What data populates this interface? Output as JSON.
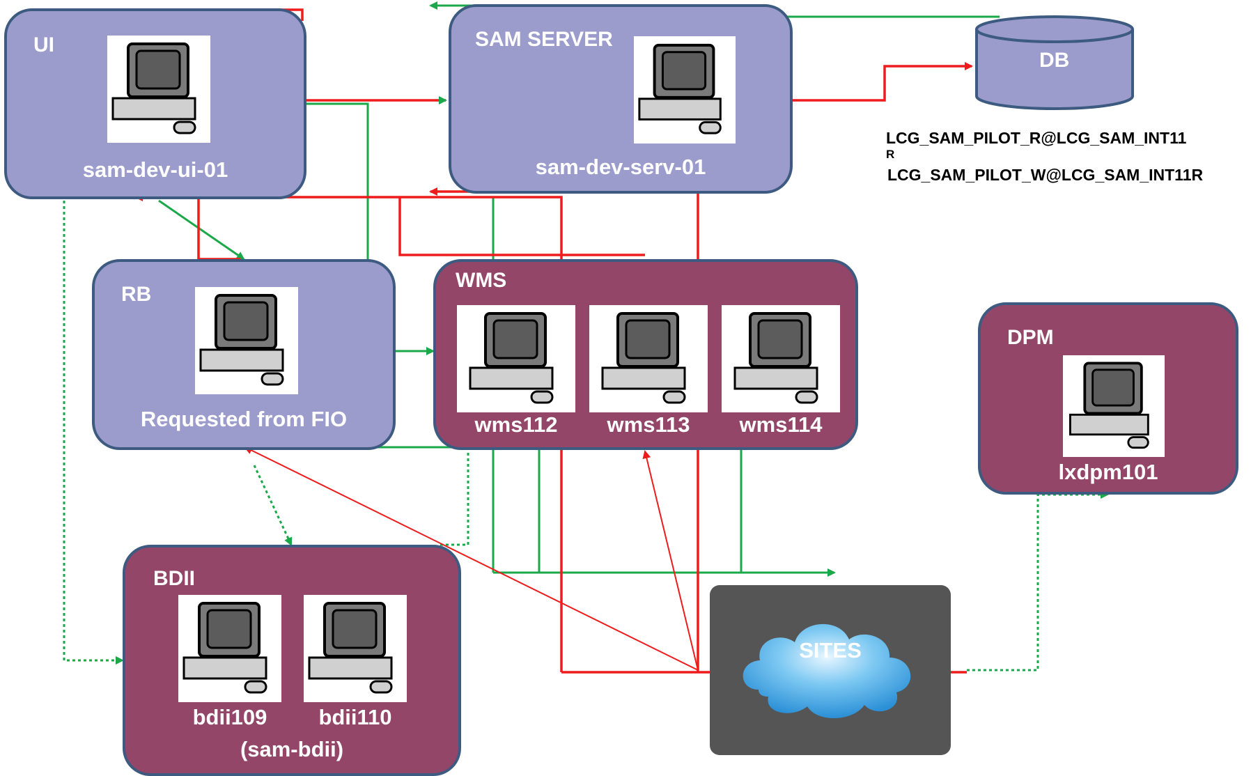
{
  "ui": {
    "title": "UI",
    "host": "sam-dev-ui-01"
  },
  "sam_server": {
    "title": "SAM SERVER",
    "host": "sam-dev-serv-01"
  },
  "db": {
    "title": "DB",
    "conn_r": "LCG_SAM_PILOT_R@LCG_SAM_INT11",
    "conn_r_wrap": "R",
    "conn_w": "LCG_SAM_PILOT_W@LCG_SAM_INT11R"
  },
  "rb": {
    "title": "RB",
    "host": "Requested from FIO"
  },
  "wms": {
    "title": "WMS",
    "hosts": [
      "wms112",
      "wms113",
      "wms114"
    ]
  },
  "dpm": {
    "title": "DPM",
    "host": "lxdpm101"
  },
  "bdii": {
    "title": "BDII",
    "hosts": [
      "bdii109",
      "bdii110"
    ],
    "alias": "(sam-bdii)"
  },
  "sites": {
    "label": "SITES"
  },
  "colors": {
    "lavender": "#9b9ccb",
    "maroon": "#934668",
    "red_link": "#ee1c1c",
    "green_link": "#1ba84a",
    "cloud": "#5cb8ee"
  }
}
